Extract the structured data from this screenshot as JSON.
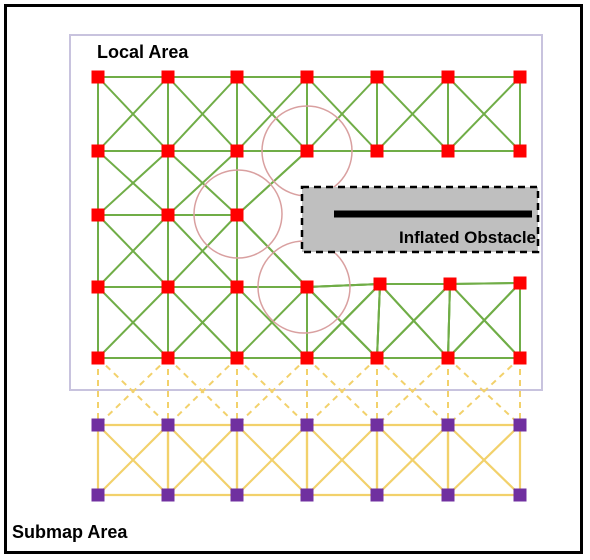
{
  "labels": {
    "local_area": "Local Area",
    "inflated_obstacle": "Inflated Obstacle",
    "submap_area": "Submap Area"
  },
  "colors": {
    "local_node": "#ff0000",
    "submap_node": "#7030a0",
    "local_edge": "#70ad47",
    "submap_edge": "#f2d16b",
    "obstacle_fill": "#bfbfbf",
    "circle": "#d9a0a0"
  }
}
